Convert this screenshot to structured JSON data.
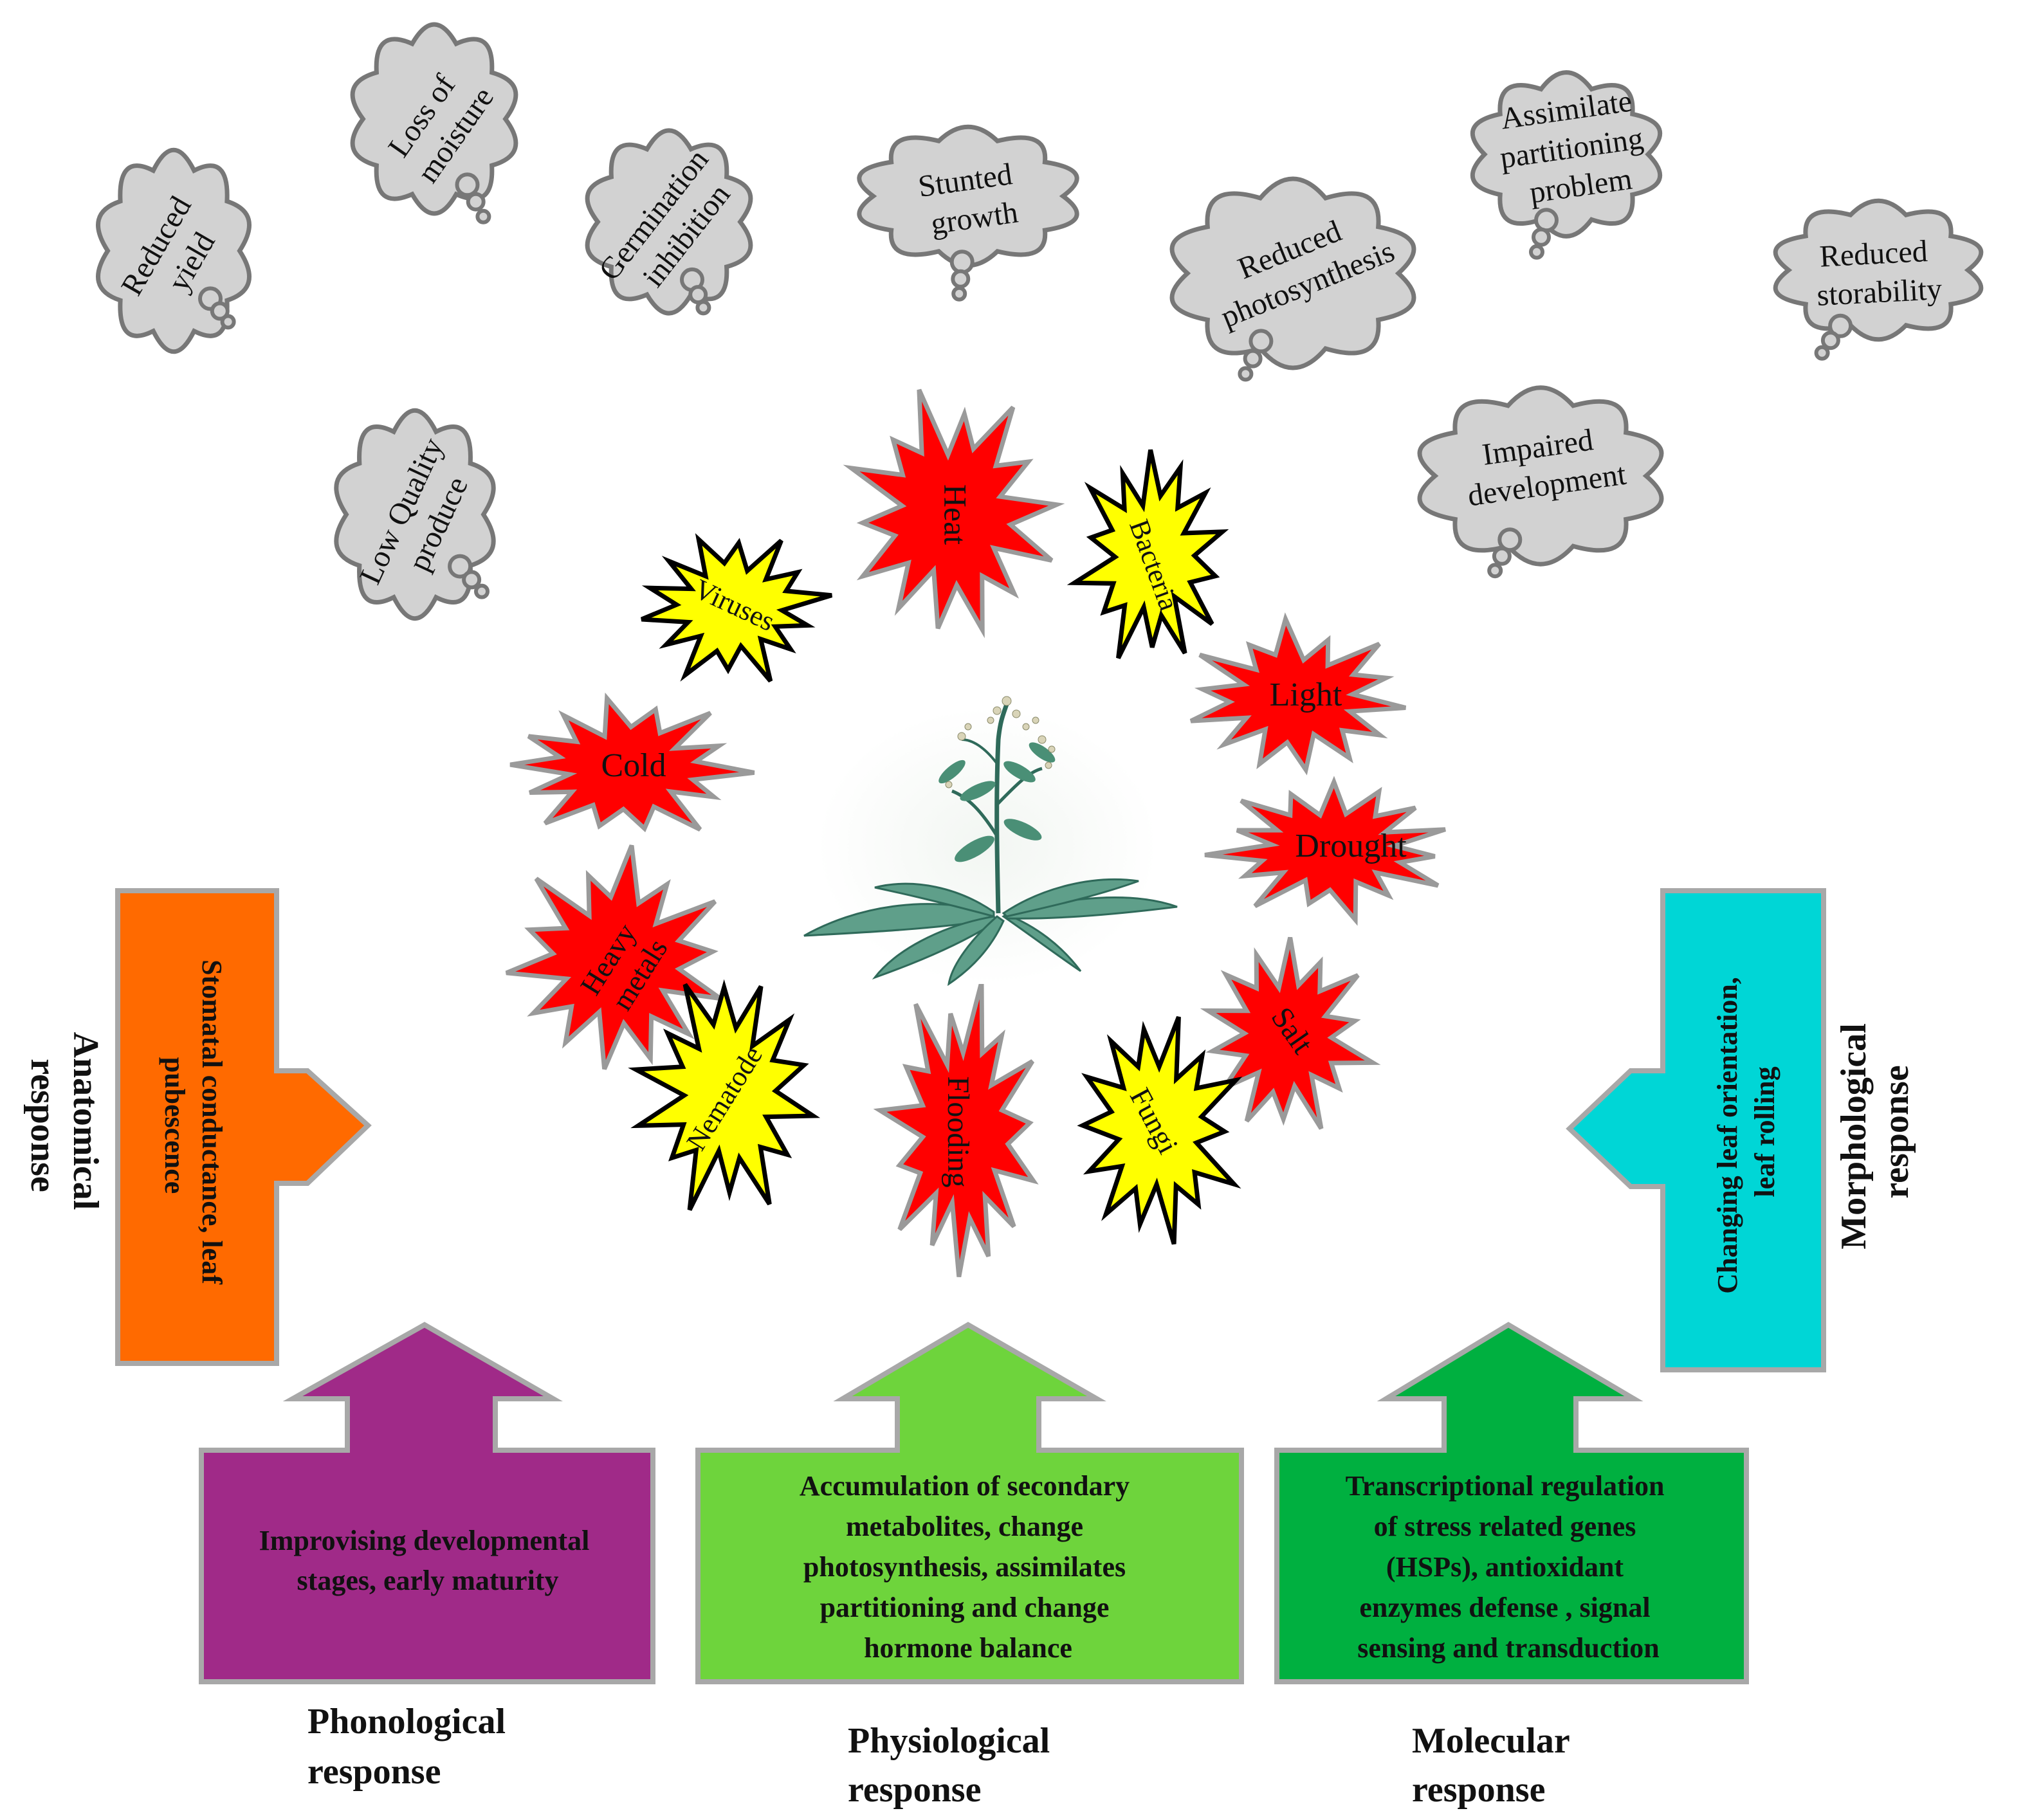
{
  "consequences": {
    "reduced_yield": [
      "Reduced",
      "yield"
    ],
    "loss_of_moisture": [
      "Loss of",
      "moisture"
    ],
    "germination_inhibition": [
      "Germination",
      "inhibition"
    ],
    "stunted_growth": [
      "Stunted",
      "growth"
    ],
    "reduced_photosynthesis": [
      "Reduced",
      "photosynthesis"
    ],
    "assimilate_partitioning": [
      "Assimilate",
      "partitioning",
      "problem"
    ],
    "reduced_storability": [
      "Reduced",
      "storability"
    ],
    "low_quality_produce": [
      "Low Quality",
      "produce"
    ],
    "impaired_development": [
      "Impaired",
      "development"
    ]
  },
  "stresses": {
    "heat": "Heat",
    "viruses": "Viruses",
    "bacteria": "Bacteria",
    "light": "Light",
    "cold": "Cold",
    "drought": "Drought",
    "heavy_metals": [
      "Heavy",
      "metals"
    ],
    "salt": "Salt",
    "nematode": "Nematode",
    "flooding": "Flooding",
    "fungi": "Fungi"
  },
  "responses": {
    "anatomical": {
      "label": [
        "Anatomical",
        "response"
      ],
      "text": [
        "Stomatal conductance,  leaf",
        "pubescence"
      ]
    },
    "morphological": {
      "label": [
        "Morphological",
        "response"
      ],
      "text": [
        "Changing leaf orientation,",
        "leaf rolling"
      ]
    },
    "phonological": {
      "label": [
        "Phonological",
        "response"
      ],
      "text": [
        "Improvising  developmental",
        "stages, early maturity"
      ]
    },
    "physiological": {
      "label": [
        "Physiological",
        "response"
      ],
      "text": [
        "Accumulation of secondary",
        "metabolites,  change",
        "photosynthesis,  assimilates",
        "partitioning  and change",
        "hormone balance"
      ]
    },
    "molecular": {
      "label": [
        "Molecular",
        "response"
      ],
      "text": [
        "Transcriptional  regulation",
        "of stress related genes",
        "(HSPs),  antioxidant",
        "enzymes defense ,  signal",
        "sensing and transduction"
      ]
    }
  },
  "colors": {
    "cloud_fill": "#d2d2d2",
    "cloud_stroke": "#777777",
    "abiotic_star": "#ff0000",
    "biotic_star": "#ffff00",
    "anatomical": "#ff6a00",
    "morphological": "#00d6d6",
    "phonological": "#a02a88",
    "physiological": "#6ed43c",
    "molecular": "#00b040"
  }
}
